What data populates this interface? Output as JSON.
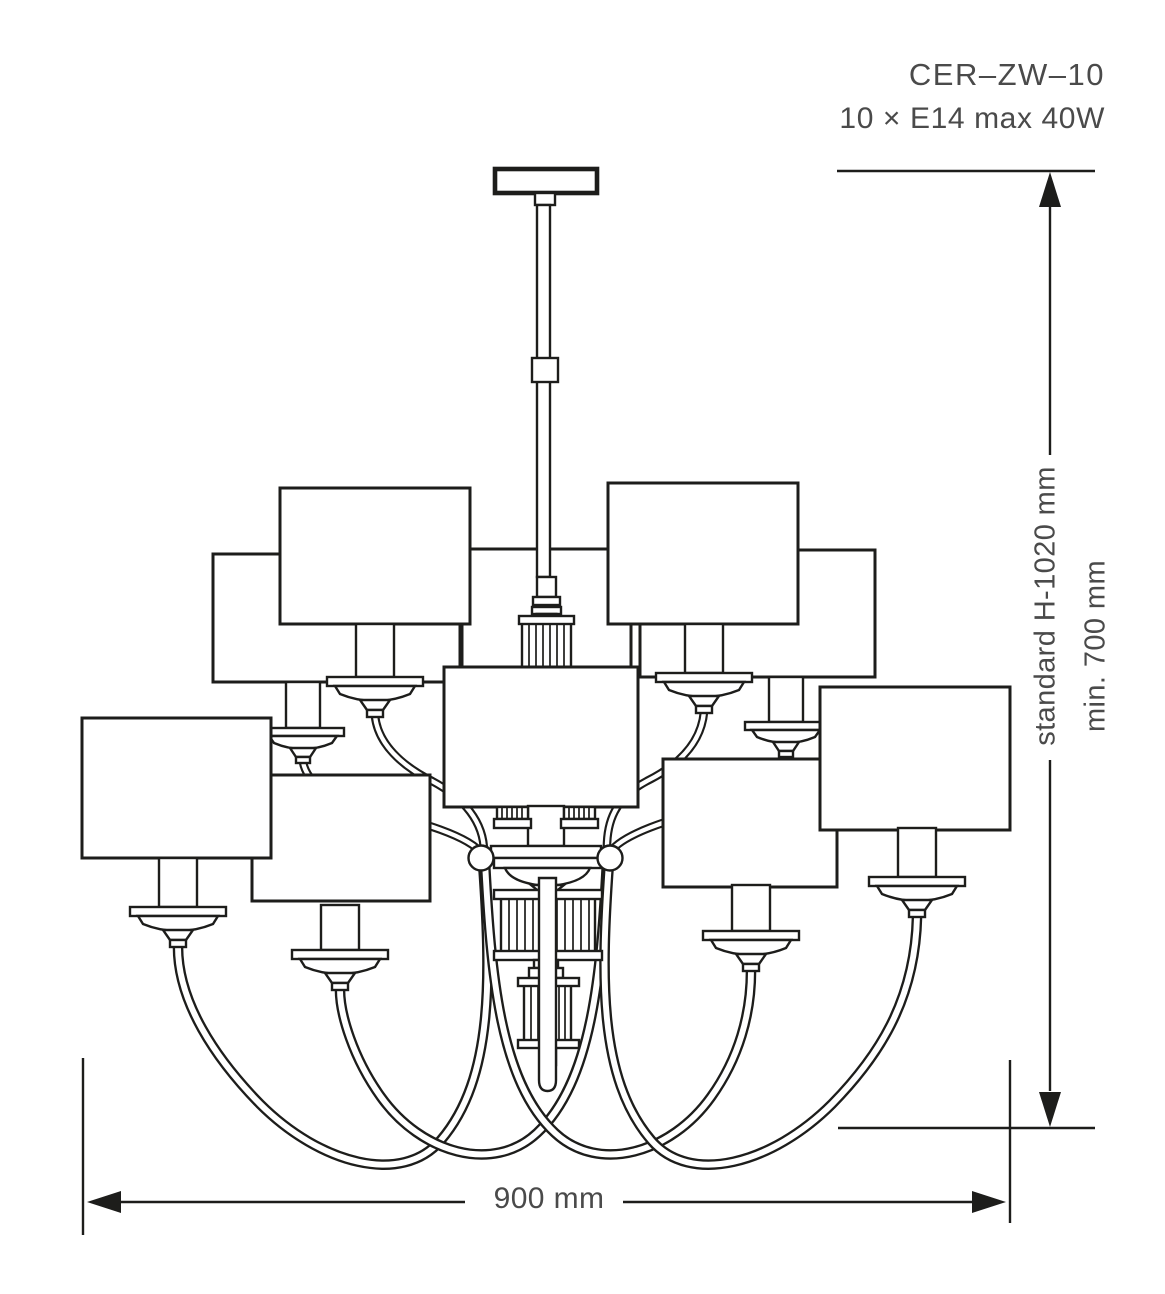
{
  "page": {
    "background_color": "#ffffff"
  },
  "product": {
    "model": "CER–ZW–10",
    "lamp_spec": "10 × E14 max 40W"
  },
  "dimensions": {
    "width_label": "900 mm",
    "height_standard_label": "standard H-1020 mm",
    "height_min_label": "min. 700 mm"
  },
  "drawing": {
    "kind": "two-tier chandelier technical line drawing",
    "line_color": "#1d1d1b",
    "text_color": "#4a4a4a",
    "background_color": "#ffffff"
  }
}
